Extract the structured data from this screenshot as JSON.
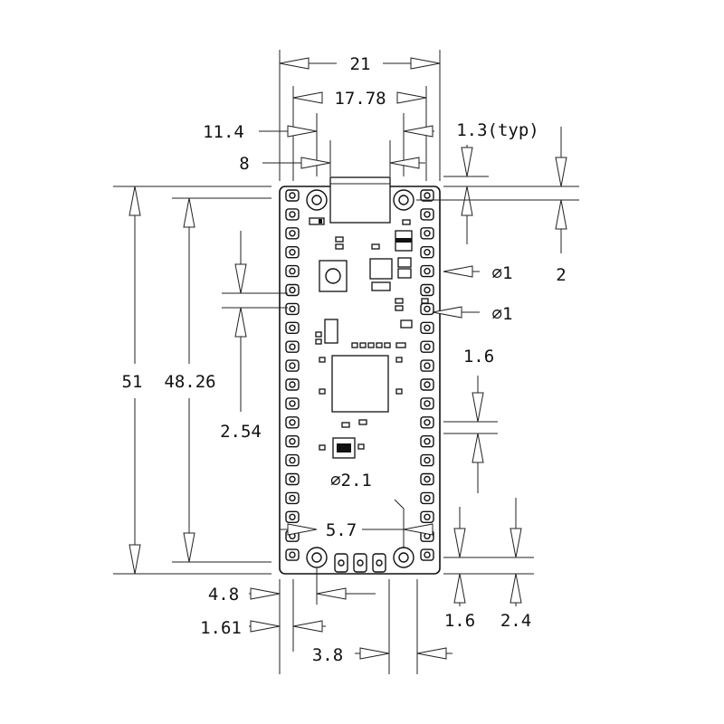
{
  "diagram": {
    "dims": {
      "overall_width": "21",
      "header_span": "17.78",
      "usb_outer": "11.4",
      "usb_inner": "8",
      "edge_offset_typ": "1.3(typ)",
      "top_hole_offset": "2",
      "castellation_hole_a": "∅1",
      "castellation_hole_b": "∅1",
      "overall_length": "51",
      "header_length": "48.26",
      "pin_pitch": "2.54",
      "pad_gap": "1.6",
      "mount_hole": "∅2.1",
      "mount_spacing": "5.7",
      "bottom_left_a": "4.8",
      "bottom_left_b": "1.61",
      "bottom_pad_gap": "1.6",
      "bottom_hole_offset": "2.4",
      "bottom_center": "3.8"
    }
  }
}
